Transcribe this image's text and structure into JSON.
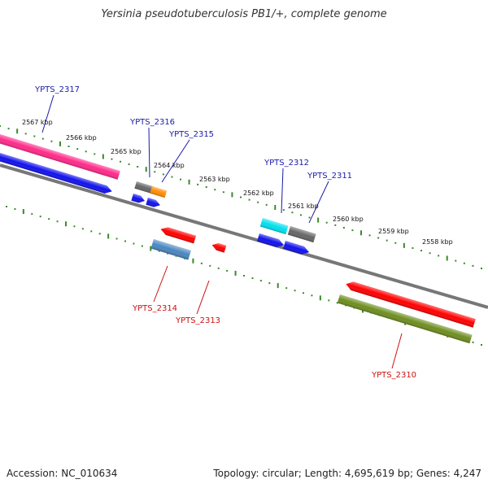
{
  "title": "Yersinia pseudotuberculosis PB1/+, complete genome",
  "footer": {
    "accession": "Accession: NC_010634",
    "stats": "Topology: circular; Length: 4,695,619 bp; Genes: 4,247"
  },
  "colors": {
    "backbone": "#777777",
    "tick": "#3a8a2a",
    "label_forward": "#1a1aaa",
    "label_reverse": "#cc1111"
  },
  "scale_labels": [
    "2567 kbp",
    "2566 kbp",
    "2565 kbp",
    "2564 kbp",
    "2563 kbp",
    "2562 kbp",
    "2561 kbp",
    "2560 kbp",
    "2559 kbp",
    "2558 kbp"
  ],
  "gene_labels": [
    {
      "text": "YPTS_2317",
      "strand": "forward"
    },
    {
      "text": "YPTS_2316",
      "strand": "forward"
    },
    {
      "text": "YPTS_2315",
      "strand": "forward"
    },
    {
      "text": "YPTS_2312",
      "strand": "forward"
    },
    {
      "text": "YPTS_2311",
      "strand": "forward"
    },
    {
      "text": "YPTS_2314",
      "strand": "reverse"
    },
    {
      "text": "YPTS_2313",
      "strand": "reverse"
    },
    {
      "text": "YPTS_2310",
      "strand": "reverse"
    }
  ],
  "features": [
    {
      "color": "#ff2a8a",
      "track": "forward-gene"
    },
    {
      "color": "#1111ee",
      "track": "forward-cds"
    },
    {
      "color": "#666666",
      "track": "forward-gene"
    },
    {
      "color": "#ff8c00",
      "track": "forward-gene"
    },
    {
      "color": "#1111ee",
      "track": "forward-cds"
    },
    {
      "color": "#1111ee",
      "track": "forward-cds"
    },
    {
      "color": "#00e0ee",
      "track": "forward-gene"
    },
    {
      "color": "#666666",
      "track": "forward-gene"
    },
    {
      "color": "#1111ee",
      "track": "forward-cds"
    },
    {
      "color": "#1111ee",
      "track": "forward-cds"
    },
    {
      "color": "#ff0000",
      "track": "reverse-cds"
    },
    {
      "color": "#4a86c0",
      "track": "reverse-gene"
    },
    {
      "color": "#ff0000",
      "track": "reverse-cds"
    },
    {
      "color": "#ff0000",
      "track": "reverse-cds"
    },
    {
      "color": "#6e8e20",
      "track": "reverse-gene"
    }
  ]
}
